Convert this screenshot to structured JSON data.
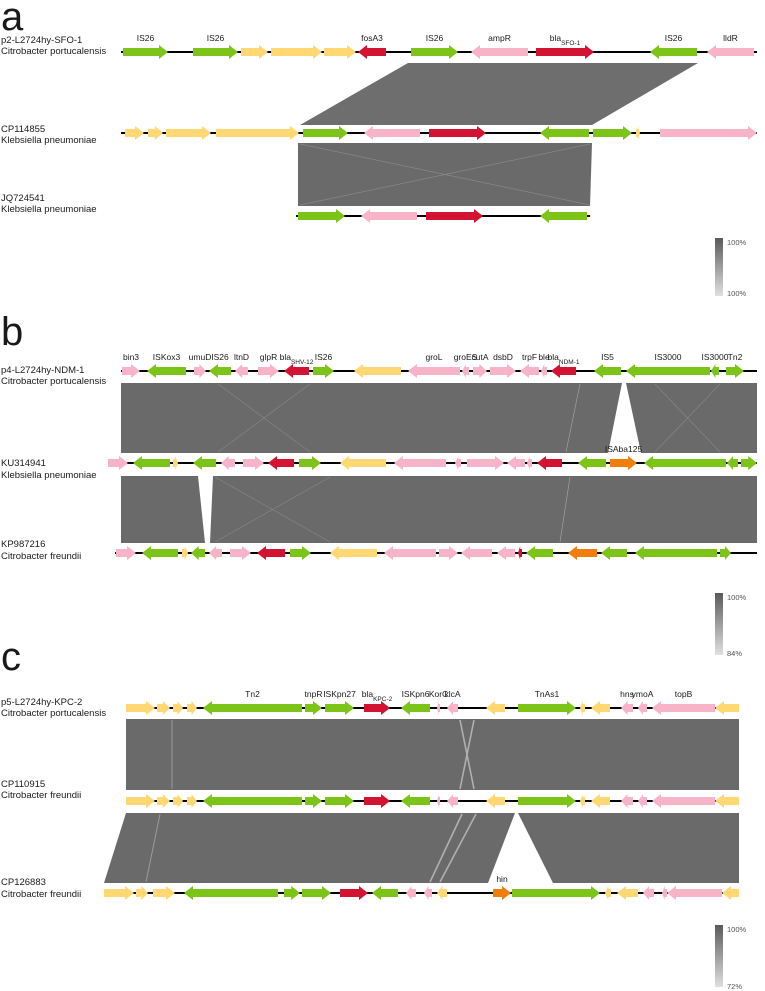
{
  "colors": {
    "IS": "#7dc418",
    "yellow": "#ffd773",
    "pink": "#f7b4c8",
    "red": "#d21331",
    "orange": "#f07d0c",
    "block": "#6e6e6e",
    "block_light": "#a0a0a0",
    "backbone": "#000000",
    "red_text": "#b01030"
  },
  "panels": [
    {
      "letter": "a",
      "scale": {
        "max": "100%",
        "min": "100%"
      },
      "tracks": [
        {
          "name": "p2-L2724hy-SFO-1",
          "species": "Citrobacter portucalensis",
          "genes": [
            {
              "label": "IS26",
              "c": "IS",
              "dir": 1
            },
            {
              "label": "IS26",
              "c": "IS",
              "dir": 1
            },
            {
              "label": "",
              "c": "yellow",
              "dir": 1
            },
            {
              "label": "",
              "c": "yellow",
              "dir": 1
            },
            {
              "label": "",
              "c": "yellow",
              "dir": 1
            },
            {
              "label": "fosA3",
              "c": "red",
              "dir": -1,
              "redtext": true
            },
            {
              "label": "IS26",
              "c": "IS",
              "dir": 1
            },
            {
              "label": "ampR",
              "c": "pink",
              "dir": -1
            },
            {
              "label": "bla",
              "sub": "SFO-1",
              "c": "red",
              "dir": 1,
              "redtext": true
            },
            {
              "label": "IS26",
              "c": "IS",
              "dir": -1
            },
            {
              "label": "lldR",
              "c": "pink",
              "dir": -1
            }
          ]
        },
        {
          "name": "CP114855",
          "species": "Klebsiella pneumoniae",
          "genes": [
            {
              "label": "",
              "c": "yellow",
              "dir": 1
            },
            {
              "label": "",
              "c": "yellow",
              "dir": 1
            },
            {
              "label": "",
              "c": "yellow",
              "dir": 1
            },
            {
              "label": "",
              "c": "yellow",
              "dir": 1
            },
            {
              "label": "",
              "c": "IS",
              "dir": 1
            },
            {
              "label": "",
              "c": "pink",
              "dir": -1
            },
            {
              "label": "",
              "c": "red",
              "dir": 1
            },
            {
              "label": "",
              "c": "IS",
              "dir": -1
            },
            {
              "label": "",
              "c": "IS",
              "dir": 1
            },
            {
              "label": "",
              "c": "yellow",
              "dir": 1
            },
            {
              "label": "",
              "c": "pink",
              "dir": 1
            }
          ]
        },
        {
          "name": "JQ724541",
          "species": "Klebsiella pneumoniae",
          "genes": [
            {
              "label": "",
              "c": "IS",
              "dir": 1
            },
            {
              "label": "",
              "c": "pink",
              "dir": -1
            },
            {
              "label": "",
              "c": "red",
              "dir": 1
            },
            {
              "label": "",
              "c": "IS",
              "dir": -1
            }
          ]
        }
      ]
    },
    {
      "letter": "b",
      "scale": {
        "max": "100%",
        "min": "84%"
      },
      "tracks": [
        {
          "name": "p4-L2724hy-NDM-1",
          "species": "Citrobacter portucalensis",
          "genes": [
            {
              "label": "bin3",
              "c": "pink",
              "dir": 1
            },
            {
              "label": "ISKox3",
              "c": "IS",
              "dir": -1
            },
            {
              "label": "umuD",
              "c": "pink",
              "dir": 1
            },
            {
              "label": "IS26",
              "c": "IS",
              "dir": -1
            },
            {
              "label": "ltnD",
              "c": "pink",
              "dir": -1
            },
            {
              "label": "glpR",
              "c": "pink",
              "dir": 1
            },
            {
              "label": "bla",
              "sub": "SHV-12",
              "c": "red",
              "dir": -1,
              "redtext": true
            },
            {
              "label": "IS26",
              "c": "IS",
              "dir": 1
            },
            {
              "label": "",
              "c": "yellow",
              "dir": -1
            },
            {
              "label": "groL",
              "c": "pink",
              "dir": -1
            },
            {
              "label": "groES",
              "c": "pink",
              "dir": -1
            },
            {
              "label": "cutA",
              "c": "pink",
              "dir": 1
            },
            {
              "label": "dsbD",
              "c": "pink",
              "dir": 1
            },
            {
              "label": "trpF",
              "c": "pink",
              "dir": -1
            },
            {
              "label": "ble",
              "c": "pink",
              "dir": -1
            },
            {
              "label": "bla",
              "sub": "NDM-1",
              "c": "red",
              "dir": -1,
              "redtext": true
            },
            {
              "label": "IS5",
              "c": "IS",
              "dir": -1
            },
            {
              "label": "IS3000",
              "c": "IS",
              "dir": -1
            },
            {
              "label": "IS3000",
              "c": "IS",
              "dir": -1
            },
            {
              "label": "Tn2",
              "c": "IS",
              "dir": 1
            }
          ]
        },
        {
          "name": "KU314941",
          "species": "Klebsiella pneumoniae",
          "genes": [
            {
              "label": "",
              "c": "pink",
              "dir": 1
            },
            {
              "label": "",
              "c": "IS",
              "dir": -1
            },
            {
              "label": "",
              "c": "yellow",
              "dir": 1
            },
            {
              "label": "",
              "c": "IS",
              "dir": -1
            },
            {
              "label": "",
              "c": "pink",
              "dir": -1
            },
            {
              "label": "",
              "c": "pink",
              "dir": 1
            },
            {
              "label": "",
              "c": "red",
              "dir": -1
            },
            {
              "label": "",
              "c": "IS",
              "dir": 1
            },
            {
              "label": "",
              "c": "yellow",
              "dir": -1
            },
            {
              "label": "",
              "c": "pink",
              "dir": -1
            },
            {
              "label": "",
              "c": "pink",
              "dir": -1
            },
            {
              "label": "",
              "c": "pink",
              "dir": 1
            },
            {
              "label": "",
              "c": "pink",
              "dir": -1
            },
            {
              "label": "",
              "c": "pink",
              "dir": -1
            },
            {
              "label": "",
              "c": "red",
              "dir": -1
            },
            {
              "label": "",
              "c": "IS",
              "dir": -1
            },
            {
              "label": "ISAba125",
              "c": "orange",
              "dir": 1
            },
            {
              "label": "",
              "c": "IS",
              "dir": -1
            },
            {
              "label": "",
              "c": "IS",
              "dir": -1
            },
            {
              "label": "",
              "c": "IS",
              "dir": 1
            }
          ]
        },
        {
          "name": "KP987216",
          "species": "Citrobacter freundii",
          "genes": [
            {
              "label": "",
              "c": "pink",
              "dir": 1
            },
            {
              "label": "",
              "c": "IS",
              "dir": -1
            },
            {
              "label": "",
              "c": "yellow",
              "dir": 1
            },
            {
              "label": "",
              "c": "IS",
              "dir": -1
            },
            {
              "label": "",
              "c": "pink",
              "dir": -1
            },
            {
              "label": "",
              "c": "pink",
              "dir": 1
            },
            {
              "label": "",
              "c": "red",
              "dir": -1
            },
            {
              "label": "",
              "c": "IS",
              "dir": 1
            },
            {
              "label": "",
              "c": "yellow",
              "dir": -1
            },
            {
              "label": "",
              "c": "pink",
              "dir": -1
            },
            {
              "label": "",
              "c": "pink",
              "dir": 1
            },
            {
              "label": "",
              "c": "pink",
              "dir": -1
            },
            {
              "label": "",
              "c": "pink",
              "dir": -1
            },
            {
              "label": "",
              "c": "red",
              "dir": -1
            },
            {
              "label": "",
              "c": "IS",
              "dir": -1
            },
            {
              "label": "",
              "c": "orange",
              "dir": -1
            },
            {
              "label": "",
              "c": "IS",
              "dir": -1
            },
            {
              "label": "",
              "c": "IS",
              "dir": -1
            },
            {
              "label": "",
              "c": "IS",
              "dir": 1
            }
          ]
        }
      ]
    },
    {
      "letter": "c",
      "scale": {
        "max": "100%",
        "min": "72%"
      },
      "tracks": [
        {
          "name": "p5-L2724hy-KPC-2",
          "species": "Citrobacter portucalensis",
          "genes": [
            {
              "label": "",
              "c": "yellow",
              "dir": 1
            },
            {
              "label": "",
              "c": "yellow",
              "dir": 1
            },
            {
              "label": "",
              "c": "yellow",
              "dir": 1
            },
            {
              "label": "",
              "c": "yellow",
              "dir": 1
            },
            {
              "label": "Tn2",
              "c": "IS",
              "dir": -1
            },
            {
              "label": "tnpR",
              "c": "IS",
              "dir": 1
            },
            {
              "label": "ISKpn27",
              "c": "IS",
              "dir": 1
            },
            {
              "label": "bla",
              "sub": "KPC-2",
              "c": "red",
              "dir": 1,
              "redtext": true
            },
            {
              "label": "ISKpn6",
              "c": "IS",
              "dir": -1
            },
            {
              "label": "KorC",
              "c": "pink",
              "dir": -1
            },
            {
              "label": "klcA",
              "c": "pink",
              "dir": -1
            },
            {
              "label": "",
              "c": "yellow",
              "dir": -1
            },
            {
              "label": "TnAs1",
              "c": "IS",
              "dir": 1
            },
            {
              "label": "",
              "c": "yellow",
              "dir": -1
            },
            {
              "label": "",
              "c": "yellow",
              "dir": -1
            },
            {
              "label": "hns",
              "c": "pink",
              "dir": -1
            },
            {
              "label": "ymoA",
              "c": "pink",
              "dir": -1
            },
            {
              "label": "topB",
              "c": "pink",
              "dir": -1
            },
            {
              "label": "",
              "c": "yellow",
              "dir": -1
            }
          ]
        },
        {
          "name": "CP110915",
          "species": "Citrobacter freundii",
          "genes": [
            {
              "label": "",
              "c": "yellow",
              "dir": 1
            },
            {
              "label": "",
              "c": "yellow",
              "dir": 1
            },
            {
              "label": "",
              "c": "yellow",
              "dir": 1
            },
            {
              "label": "",
              "c": "yellow",
              "dir": 1
            },
            {
              "label": "",
              "c": "IS",
              "dir": -1
            },
            {
              "label": "",
              "c": "IS",
              "dir": 1
            },
            {
              "label": "",
              "c": "IS",
              "dir": 1
            },
            {
              "label": "",
              "c": "red",
              "dir": 1
            },
            {
              "label": "",
              "c": "IS",
              "dir": -1
            },
            {
              "label": "",
              "c": "pink",
              "dir": -1
            },
            {
              "label": "",
              "c": "pink",
              "dir": -1
            },
            {
              "label": "",
              "c": "yellow",
              "dir": -1
            },
            {
              "label": "",
              "c": "IS",
              "dir": 1
            },
            {
              "label": "",
              "c": "yellow",
              "dir": -1
            },
            {
              "label": "",
              "c": "yellow",
              "dir": -1
            },
            {
              "label": "",
              "c": "pink",
              "dir": -1
            },
            {
              "label": "",
              "c": "pink",
              "dir": -1
            },
            {
              "label": "",
              "c": "pink",
              "dir": -1
            },
            {
              "label": "",
              "c": "yellow",
              "dir": -1
            }
          ]
        },
        {
          "name": "CP126883",
          "species": "Citrobacter freundii",
          "genes": [
            {
              "label": "",
              "c": "yellow",
              "dir": 1
            },
            {
              "label": "",
              "c": "yellow",
              "dir": 1
            },
            {
              "label": "",
              "c": "yellow",
              "dir": 1
            },
            {
              "label": "",
              "c": "IS",
              "dir": -1
            },
            {
              "label": "",
              "c": "IS",
              "dir": 1
            },
            {
              "label": "",
              "c": "IS",
              "dir": 1
            },
            {
              "label": "",
              "c": "red",
              "dir": 1
            },
            {
              "label": "",
              "c": "IS",
              "dir": -1
            },
            {
              "label": "",
              "c": "pink",
              "dir": -1
            },
            {
              "label": "",
              "c": "pink",
              "dir": -1
            },
            {
              "label": "",
              "c": "yellow",
              "dir": -1
            },
            {
              "label": "hin",
              "c": "orange",
              "dir": 1
            },
            {
              "label": "",
              "c": "IS",
              "dir": 1
            },
            {
              "label": "",
              "c": "yellow",
              "dir": -1
            },
            {
              "label": "",
              "c": "yellow",
              "dir": -1
            },
            {
              "label": "",
              "c": "pink",
              "dir": -1
            },
            {
              "label": "",
              "c": "pink",
              "dir": -1
            },
            {
              "label": "",
              "c": "pink",
              "dir": -1
            },
            {
              "label": "",
              "c": "yellow",
              "dir": -1
            }
          ]
        }
      ]
    }
  ]
}
